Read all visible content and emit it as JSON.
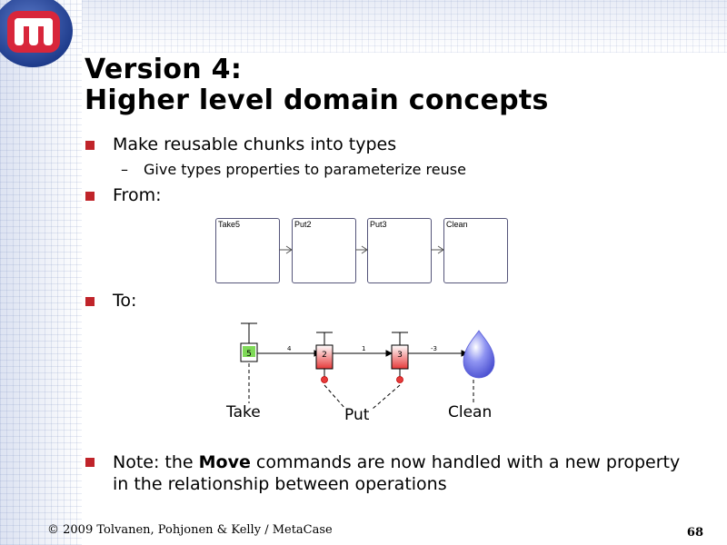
{
  "slide": {
    "title_line1": "Version 4:",
    "title_line2": "Higher level domain concepts",
    "bullets": [
      {
        "text": "Make reusable chunks into types"
      },
      {
        "text": "From:"
      },
      {
        "text": "To:"
      }
    ],
    "sub_bullet": {
      "marker": "–",
      "text": "Give types properties to parameterize reuse"
    },
    "note_prefix": "Note: the ",
    "note_bold": "Move",
    "note_suffix": " commands are now handled with a new property in the relationship between operations",
    "footer_left": "© 2009 Tolvanen, Pohjonen & Kelly / MetaCase",
    "page_number": "68"
  },
  "from_diagram": {
    "boxes": [
      "Take5",
      "Put2",
      "Put3",
      "Clean"
    ]
  },
  "to_diagram": {
    "nodes": [
      {
        "value": "5"
      },
      {
        "value": "2"
      },
      {
        "value": "3"
      }
    ],
    "edge_labels": [
      "4",
      "1",
      "-3"
    ],
    "labels": [
      "Take",
      "Put",
      "Clean"
    ]
  },
  "colors": {
    "bullet": "#c0242a",
    "logo_red": "#d8263b",
    "logo_blue": "#2f4f9e",
    "take_fill": "#7ed957",
    "put_fill": "#e63a3a",
    "clean_fill": "#6f72e8"
  },
  "icons": {
    "logo": "metacase-logo-icon",
    "bullet": "square-bullet-icon",
    "clean": "droplet-icon"
  }
}
